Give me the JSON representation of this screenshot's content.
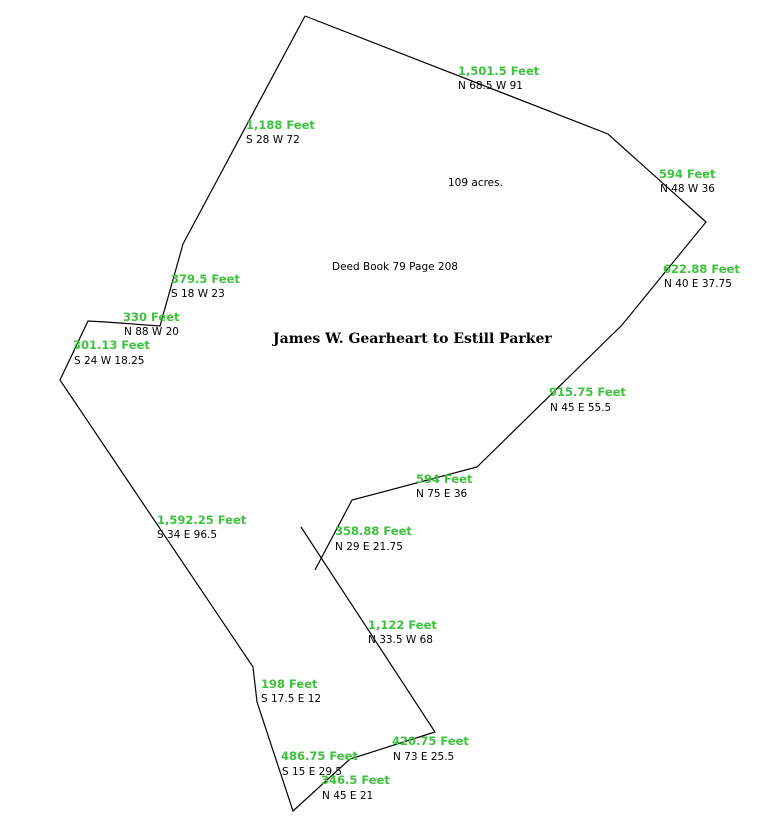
{
  "title": "James W. Gearheart to Estill Parker",
  "deed_reference": "Deed Book 79 Page 208",
  "acreage": "109 acres.",
  "colors": {
    "distance_label": "#3cc23c",
    "bearing_label": "#000000",
    "boundary_line": "#000000"
  },
  "courses": [
    {
      "id": "c1",
      "distance": "1,501.5 Feet",
      "bearing": "N 68.5 W 91"
    },
    {
      "id": "c2",
      "distance": "1,188 Feet",
      "bearing": "S 28 W 72"
    },
    {
      "id": "c3",
      "distance": "594 Feet",
      "bearing": "N 48 W 36"
    },
    {
      "id": "c4",
      "distance": "622.88 Feet",
      "bearing": "N 40 E 37.75"
    },
    {
      "id": "c5",
      "distance": "379.5 Feet",
      "bearing": "S 18 W 23"
    },
    {
      "id": "c6",
      "distance": "330 Feet",
      "bearing": "N 88 W 20"
    },
    {
      "id": "c7",
      "distance": "301.13 Feet",
      "bearing": "S 24 W 18.25"
    },
    {
      "id": "c8",
      "distance": "915.75 Feet",
      "bearing": "N 45 E 55.5"
    },
    {
      "id": "c9",
      "distance": "594 Feet",
      "bearing": "N 75 E 36"
    },
    {
      "id": "c10",
      "distance": "1,592.25 Feet",
      "bearing": "S 34 E 96.5"
    },
    {
      "id": "c11",
      "distance": "358.88 Feet",
      "bearing": "N 29 E 21.75"
    },
    {
      "id": "c12",
      "distance": "1,122 Feet",
      "bearing": "N 33.5 W 68"
    },
    {
      "id": "c13",
      "distance": "198 Feet",
      "bearing": "S 17.5 E 12"
    },
    {
      "id": "c14",
      "distance": "420.75 Feet",
      "bearing": "N 73 E 25.5"
    },
    {
      "id": "c15",
      "distance": "486.75 Feet",
      "bearing": "S 15 E 29.5"
    },
    {
      "id": "c16",
      "distance": "346.5 Feet",
      "bearing": "N 45 E 21"
    }
  ]
}
